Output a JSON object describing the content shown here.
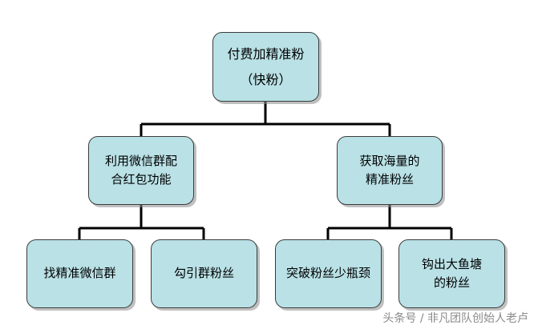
{
  "nodes": {
    "root": {
      "line1": "付费加精准粉",
      "line2": "（快粉）"
    },
    "left": {
      "line1": "利用微信群配",
      "line2": "合红包功能"
    },
    "right": {
      "line1": "获取海量的",
      "line2": "精准粉丝"
    },
    "left_left": {
      "line1": "找精准微信群"
    },
    "left_right": {
      "line1": "勾引群粉丝"
    },
    "right_left": {
      "line1": "突破粉丝少瓶颈"
    },
    "right_right": {
      "line1": "钩出大鱼塘",
      "line2": "的粉丝"
    }
  },
  "colors": {
    "node_fill": "#b9e1e6",
    "node_border": "#3c3c3c",
    "connector": "#000000"
  },
  "watermark": "头条号 / 非凡团队创始人老卢"
}
